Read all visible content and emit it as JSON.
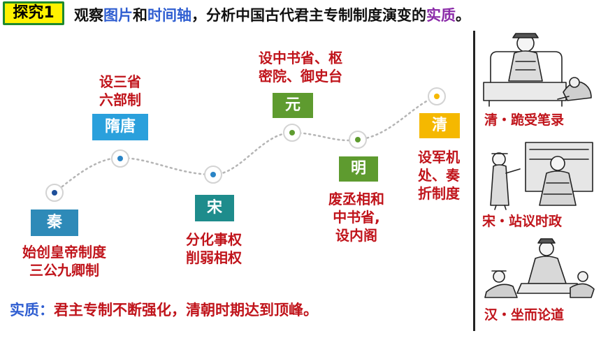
{
  "header": {
    "tag": "探究1",
    "p1": "观察",
    "k1": "图片",
    "p2": "和",
    "k2": "时间轴",
    "p3": "，分析中国古代君主专制制度演变的",
    "k3": "实质",
    "p4": "。"
  },
  "timeline": [
    {
      "dynasty": "秦",
      "caption": [
        "始创皇帝制度",
        "三公九卿制"
      ],
      "color": "#2e8ab8"
    },
    {
      "dynasty": "隋唐",
      "caption": [
        "设三省",
        "六部制"
      ],
      "color": "#2aa0dc"
    },
    {
      "dynasty": "宋",
      "caption": [
        "分化事权",
        "削弱相权"
      ],
      "color": "#1e8c8c"
    },
    {
      "dynasty": "元",
      "caption": [
        "设中书省、枢",
        "密院、御史台"
      ],
      "color": "#5e9b2f"
    },
    {
      "dynasty": "明",
      "caption": [
        "废丞相和",
        "中书省,",
        "设内阁"
      ],
      "color": "#5e9b2f"
    },
    {
      "dynasty": "清",
      "caption": [
        "设军机",
        "处、奏",
        "折制度"
      ],
      "color": "#f5b800"
    }
  ],
  "side": [
    {
      "caption": "清・跪受笔录",
      "icon": "qing-kneeling-scribe-illustration"
    },
    {
      "caption": "宋・站议时政",
      "icon": "song-standing-officials-illustration"
    },
    {
      "caption": "汉・坐而论道",
      "icon": "han-seated-discussion-illustration"
    }
  ],
  "summary": {
    "label": "实质：",
    "text": "君主专制不断强化，清朝时期达到顶峰。"
  },
  "colors": {
    "tag_border": "#1f8a2e",
    "tag_fill": "#fff200",
    "keyword_blue": "#2f5ed1",
    "keyword_purple": "#8a2aa8",
    "caption_red": "#c0141b"
  }
}
